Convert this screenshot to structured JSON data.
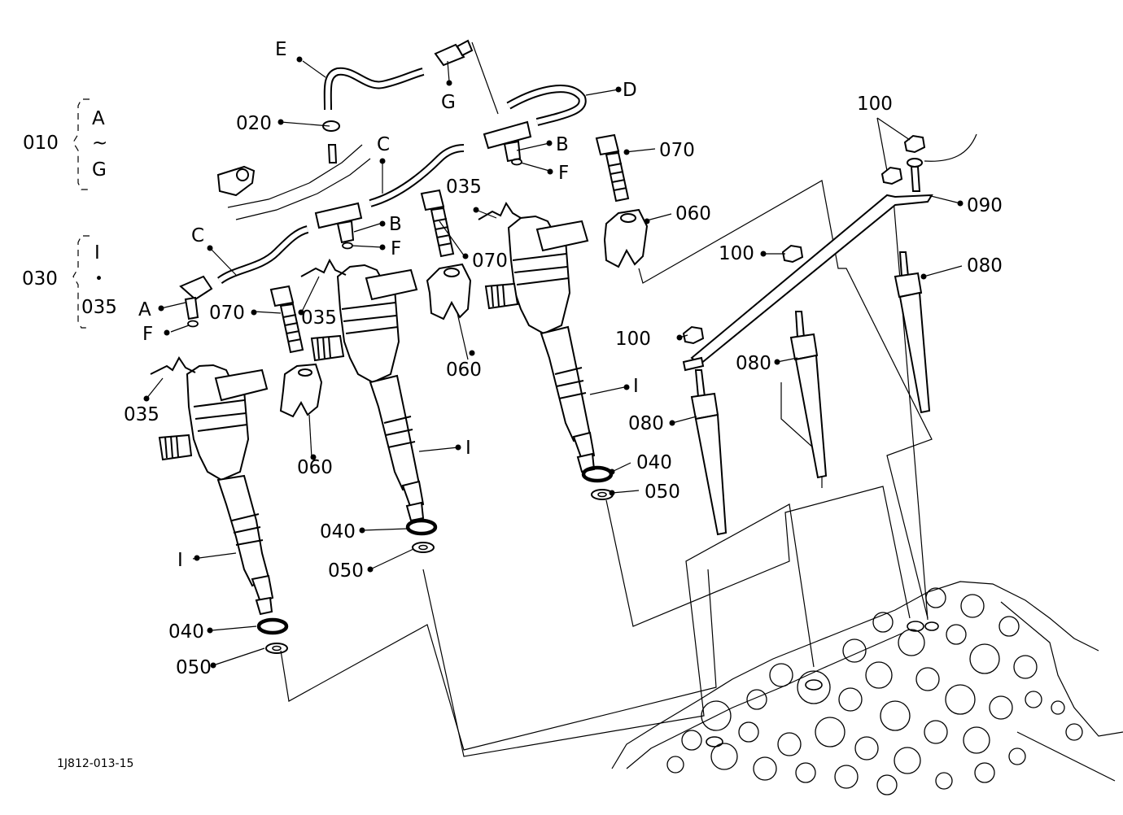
{
  "drawing_code": "1J812-013-15",
  "groups": {
    "g010": {
      "code": "010",
      "from": "A",
      "tilde": "~",
      "to": "G"
    },
    "g030": {
      "code": "030",
      "from": "I",
      "sep": "・",
      "to": "035"
    }
  },
  "labels": {
    "A": "A",
    "B": "B",
    "C": "C",
    "D": "D",
    "E": "E",
    "F": "F",
    "G": "G",
    "I": "I",
    "p020": "020",
    "p035": "035",
    "p040": "040",
    "p050": "050",
    "p060": "060",
    "p070": "070",
    "p080": "080",
    "p090": "090",
    "p100": "100"
  }
}
